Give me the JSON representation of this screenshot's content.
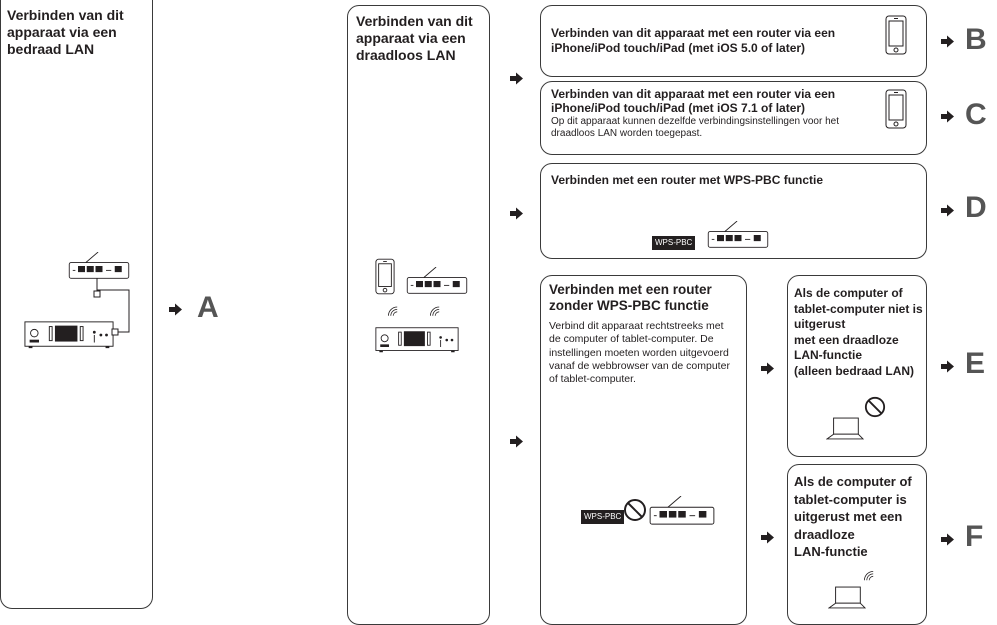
{
  "wired": {
    "title": "Verbinden van dit\napparaat via een\nbedraad LAN",
    "result": "A"
  },
  "wireless": {
    "title": "Verbinden van dit\napparaat via een\ndraadloos LAN"
  },
  "option_b": {
    "title": "Verbinden van dit apparaat met een router via een\niPhone/iPod touch/iPad (met iOS 5.0 of later)",
    "result": "B"
  },
  "option_c": {
    "title": "Verbinden van dit apparaat met een router via een\niPhone/iPod touch/iPad (met iOS 7.1 of later)",
    "desc": "Op dit apparaat kunnen dezelfde verbindingsinstellingen voor het\ndraadloos LAN worden toegepast.",
    "result": "C"
  },
  "option_d": {
    "title": "Verbinden met een router met WPS-PBC functie",
    "wps_label": "WPS-PBC",
    "result": "D"
  },
  "no_wps": {
    "title": "Verbinden met een router\nzonder WPS-PBC functie",
    "desc": "Verbind dit apparaat rechtstreeks met\nde computer of tablet-computer. De\ninstellingen moeten worden uitgevoerd\nvanaf de webbrowser van de computer\nof tablet-computer.",
    "wps_label": "WPS-PBC"
  },
  "option_e": {
    "title": "Als de computer of\ntablet-computer niet is\nuitgerust\nmet een draadloze\nLAN-functie\n(alleen bedraad LAN)",
    "result": "E"
  },
  "option_f": {
    "title": "Als de computer of\ntablet-computer is\nuitgerust met een\ndraadloze\nLAN-functie",
    "result": "F"
  }
}
